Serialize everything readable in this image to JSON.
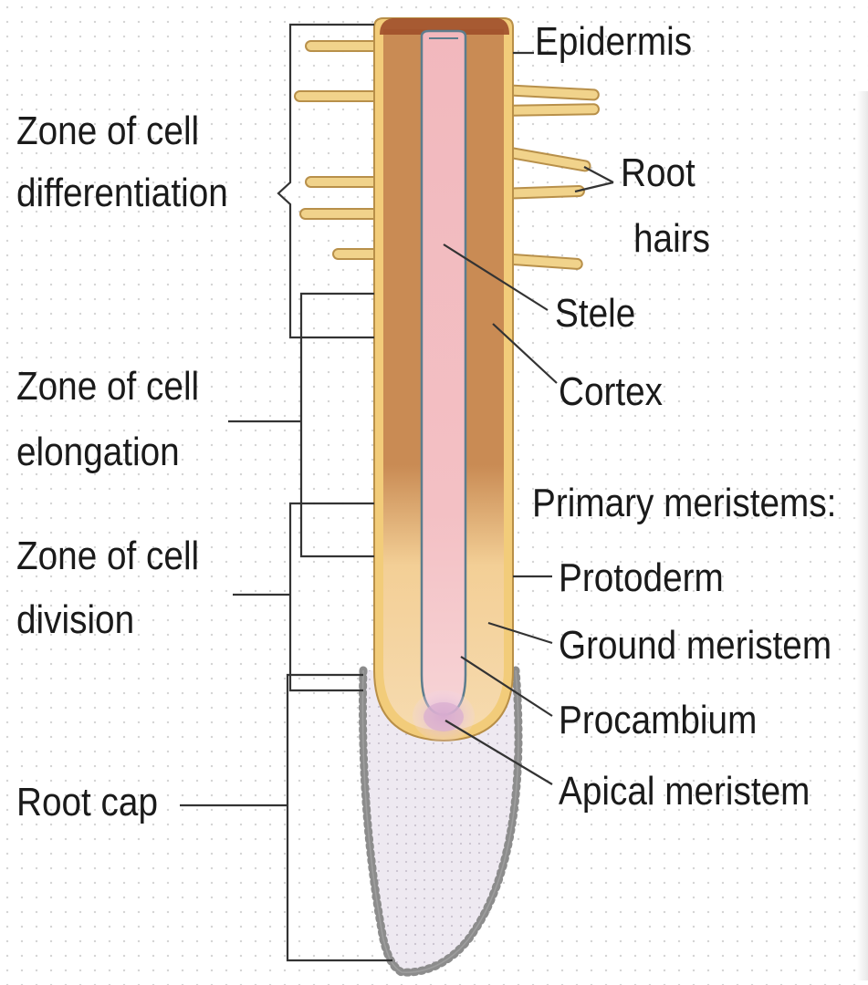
{
  "diagram": {
    "left_labels": {
      "zone_differentiation": [
        "Zone of cell",
        "differentiation"
      ],
      "zone_elongation": [
        "Zone of cell",
        "elongation"
      ],
      "zone_division": [
        "Zone of cell",
        "division"
      ],
      "root_cap": "Root cap"
    },
    "right_labels": {
      "epidermis": "Epidermis",
      "root_hairs": [
        "Root",
        "hairs"
      ],
      "stele": "Stele",
      "cortex": "Cortex",
      "primary_meristems_heading": "Primary meristems:",
      "protoderm": "Protoderm",
      "ground_meristem": "Ground meristem",
      "procambium": "Procambium",
      "apical_meristem": "Apical meristem"
    },
    "colors": {
      "cortex_mature": "#c98b54",
      "cortex_meristem": "#f3cf96",
      "epidermis": "#f2cc7a",
      "stele": "#f5bfc2",
      "apical_meristem": "#d9b2d2",
      "root_cap": "#ebe6ef",
      "root_tip_dark": "#a1502b",
      "leader_line": "#333333"
    }
  }
}
